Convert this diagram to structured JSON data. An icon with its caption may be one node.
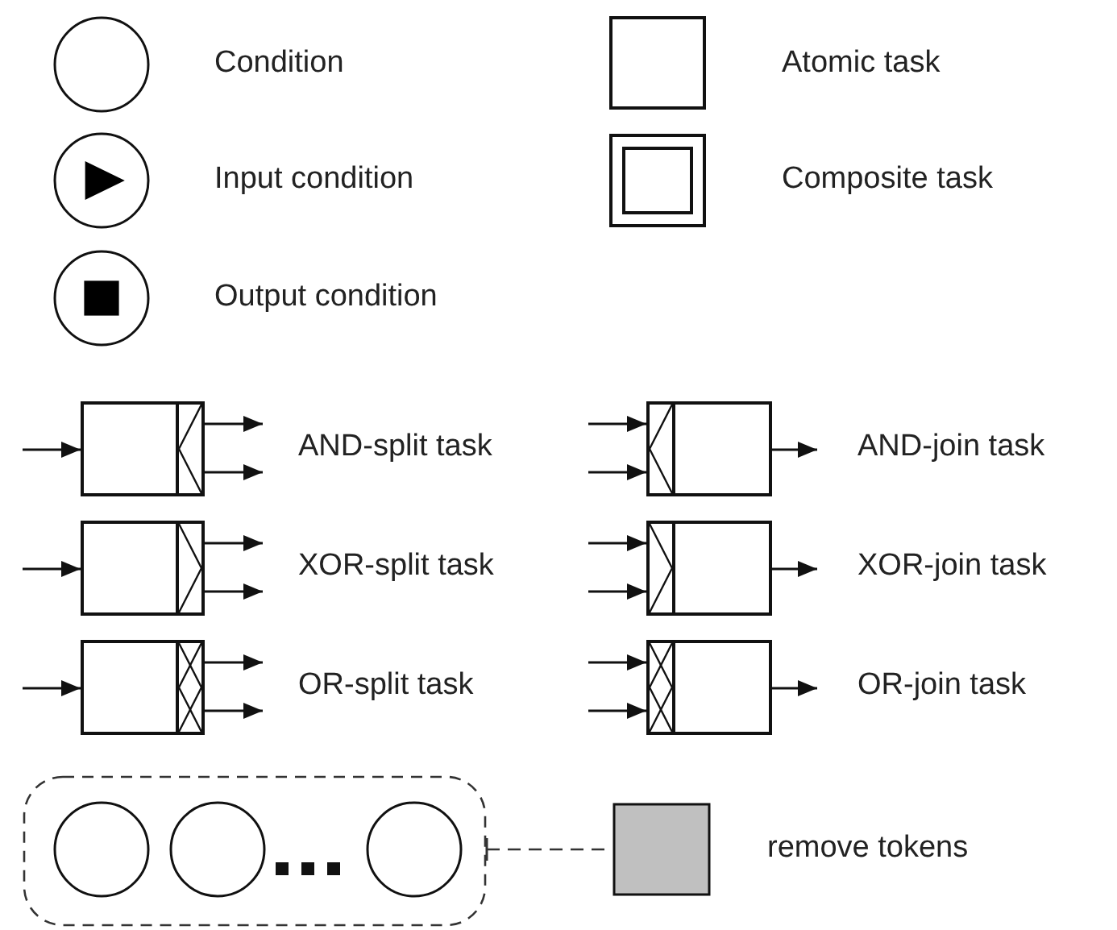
{
  "diagram": {
    "nodes": [
      {
        "text": [],
        "shape": "circle",
        "beside": [
          "Condition"
        ]
      },
      {
        "text": [],
        "shape": "circle",
        "beside": [
          "Input condition"
        ]
      },
      {
        "text": [],
        "shape": "circle",
        "beside": [
          "Output condition"
        ]
      },
      {
        "text": [],
        "shape": "box",
        "beside": [
          "Atomic task"
        ]
      },
      {
        "text": [],
        "shape": "box",
        "beside": [
          "Composite task"
        ]
      },
      {
        "text": [],
        "shape": "box",
        "beside": [
          "AND-split task"
        ]
      },
      {
        "text": [],
        "shape": "box",
        "beside": [
          "AND-join task"
        ]
      },
      {
        "text": [],
        "shape": "box",
        "beside": [
          "XOR-split task"
        ]
      },
      {
        "text": [],
        "shape": "box",
        "beside": [
          "XOR-join task"
        ]
      },
      {
        "text": [],
        "shape": "box",
        "beside": [
          "OR-split task"
        ]
      },
      {
        "text": [],
        "shape": "box",
        "beside": [
          "OR-join task"
        ]
      },
      {
        "text": [],
        "shape": "box"
      },
      {
        "text": [],
        "shape": "circle",
        "in": 11
      },
      {
        "text": [],
        "shape": "circle",
        "in": 11
      },
      {
        "text": [],
        "shape": "circle",
        "in": 11
      },
      {
        "text": [],
        "shape": "box",
        "beside": [
          "remove tokens"
        ]
      }
    ],
    "edges": [
      {
        "from": null,
        "to": 5,
        "arrow": "to"
      },
      {
        "from": 5,
        "to": null,
        "arrow": "to"
      },
      {
        "from": 5,
        "to": null,
        "arrow": "to"
      },
      {
        "from": null,
        "to": 6,
        "arrow": "to"
      },
      {
        "from": null,
        "to": 6,
        "arrow": "to"
      },
      {
        "from": 6,
        "to": null,
        "arrow": "to"
      },
      {
        "from": null,
        "to": 7,
        "arrow": "to"
      },
      {
        "from": 7,
        "to": null,
        "arrow": "to"
      },
      {
        "from": 7,
        "to": null,
        "arrow": "to"
      },
      {
        "from": null,
        "to": 8,
        "arrow": "to"
      },
      {
        "from": null,
        "to": 8,
        "arrow": "to"
      },
      {
        "from": 8,
        "to": null,
        "arrow": "to"
      },
      {
        "from": null,
        "to": 9,
        "arrow": "to"
      },
      {
        "from": 9,
        "to": null,
        "arrow": "to"
      },
      {
        "from": 9,
        "to": null,
        "arrow": "to"
      },
      {
        "from": null,
        "to": 10,
        "arrow": "to"
      },
      {
        "from": null,
        "to": 10,
        "arrow": "to"
      },
      {
        "from": 10,
        "to": null,
        "arrow": "to"
      },
      {
        "from": 11,
        "to": 15,
        "arrow": "other",
        "style": "dashed"
      }
    ]
  }
}
